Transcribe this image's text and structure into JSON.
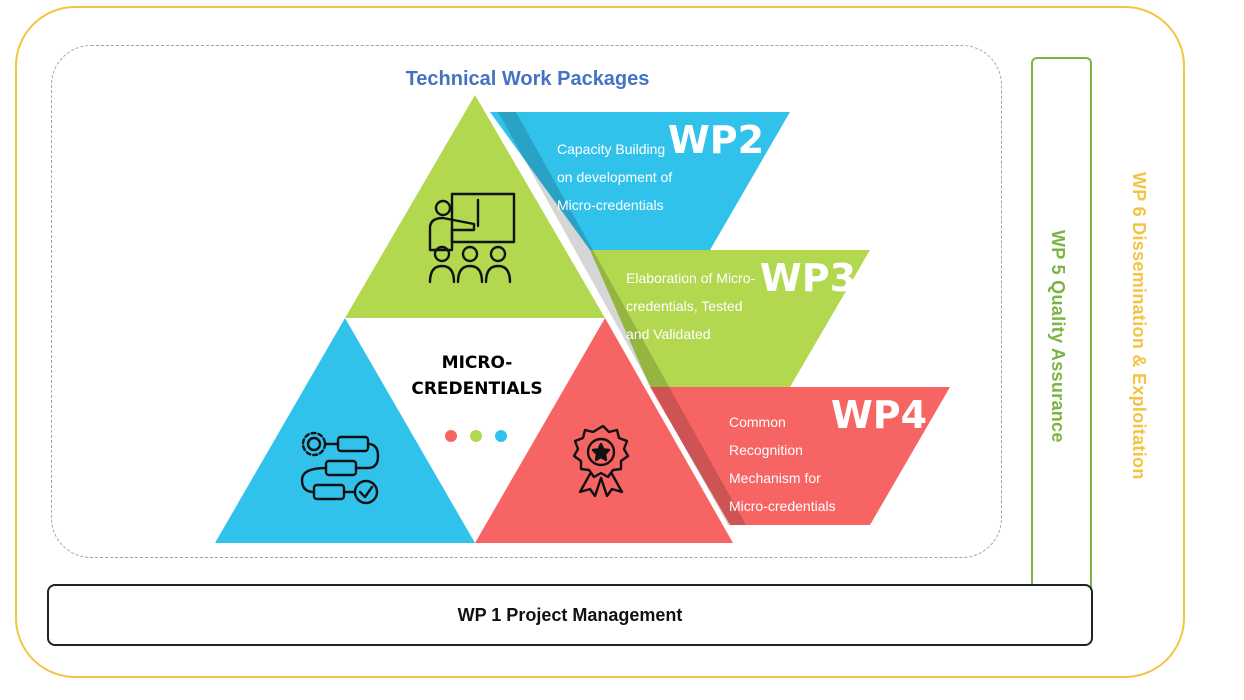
{
  "title": "Technical Work Packages",
  "center_label": [
    "MICRO-",
    "CREDENTIALS"
  ],
  "packages": {
    "wp2": {
      "code": "WP2",
      "lines": [
        "Capacity Building",
        "on development of",
        "Micro-credentials"
      ]
    },
    "wp3": {
      "code": "WP3",
      "lines": [
        "Elaboration of Micro-",
        "credentials, Tested",
        "and Validated"
      ]
    },
    "wp4": {
      "code": "WP4",
      "lines": [
        "Common",
        "Recognition",
        "Mechanism for",
        "Micro-credentials"
      ]
    }
  },
  "wp1": "WP 1 Project Management",
  "wp5": "WP 5 Quality Assurance",
  "wp6": "WP 6 Dissemination & Exploitation",
  "icons": [
    "presentation-icon",
    "workflow-gear-icon",
    "award-badge-icon"
  ],
  "colors": {
    "blue": "#31c2ec",
    "green": "#b1d84f",
    "red": "#f66464",
    "gold": "#f5c342",
    "qa_green": "#7cb342",
    "title_blue": "#4472c4"
  }
}
